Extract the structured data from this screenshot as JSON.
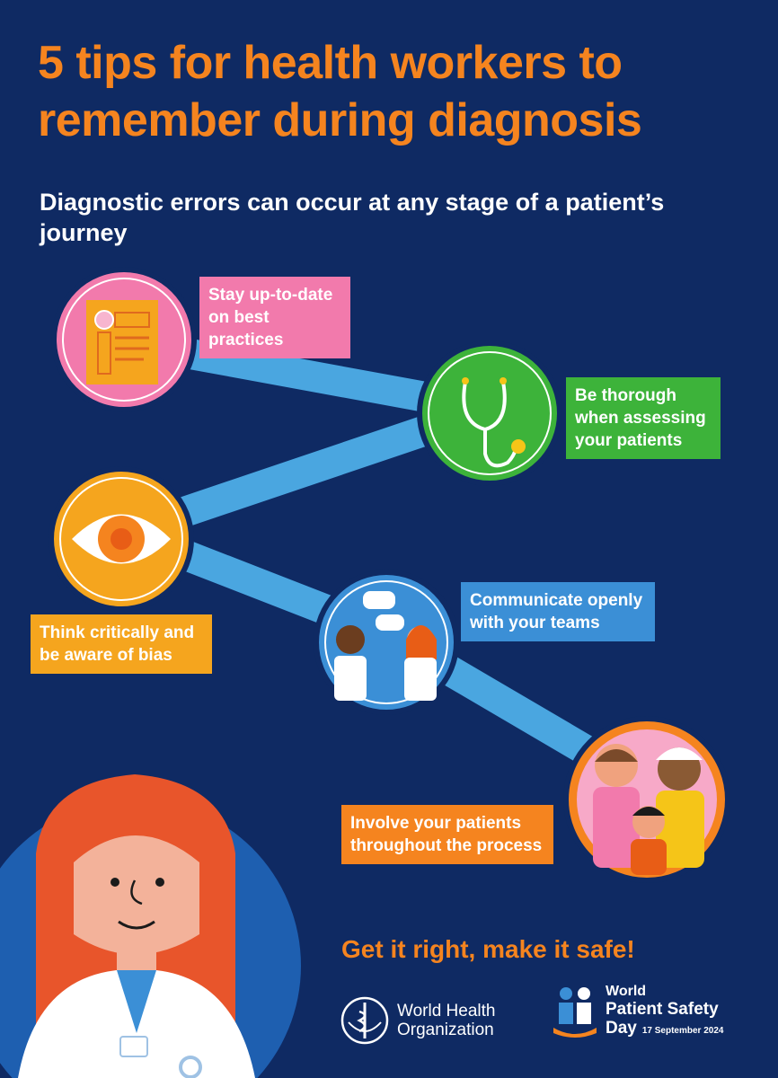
{
  "poster": {
    "title": "5 tips for health workers to remember during diagnosis",
    "subtitle": "Diagnostic errors can occur at any stage of a patient’s journey",
    "tips": [
      {
        "label": "Stay up-to-date on best practices",
        "icon": "document-icon",
        "color": "#f27aac"
      },
      {
        "label": "Be thorough when assessing your patients",
        "icon": "stethoscope-icon",
        "color": "#3db33a"
      },
      {
        "label": "Think critically and be aware of bias",
        "icon": "eye-icon",
        "color": "#f5a51e"
      },
      {
        "label": "Communicate openly with your teams",
        "icon": "health-workers-talking-icon",
        "color": "#3b8fd6"
      },
      {
        "label": "Involve your patients throughout the process",
        "icon": "family-icon",
        "color": "#f5841f"
      }
    ],
    "tagline": "Get it right, make it safe!",
    "who": {
      "line1": "World Health",
      "line2": "Organization"
    },
    "wpsd": {
      "line1": "World",
      "line2": "Patient Safety",
      "line3": "Day",
      "date": "17 September 2024"
    },
    "colors": {
      "background": "#0f2a63",
      "accent": "#f5841f",
      "path": "#4aa6e0"
    }
  }
}
